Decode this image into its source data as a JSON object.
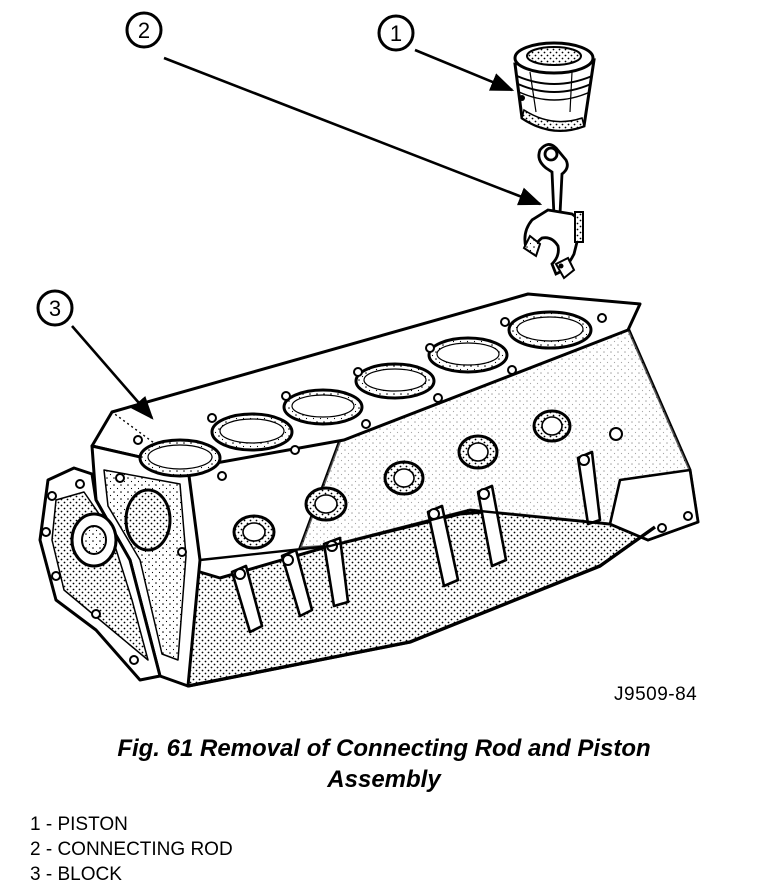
{
  "callouts": [
    {
      "number": "1"
    },
    {
      "number": "2"
    },
    {
      "number": "3"
    }
  ],
  "figure_code": "J9509-84",
  "caption": {
    "line1": "Fig. 61 Removal of Connecting Rod and Piston",
    "line2": "Assembly"
  },
  "legend": [
    "1 - PISTON",
    "2 - CONNECTING ROD",
    "3 - BLOCK"
  ],
  "colors": {
    "ink": "#000000",
    "paper": "#ffffff"
  }
}
